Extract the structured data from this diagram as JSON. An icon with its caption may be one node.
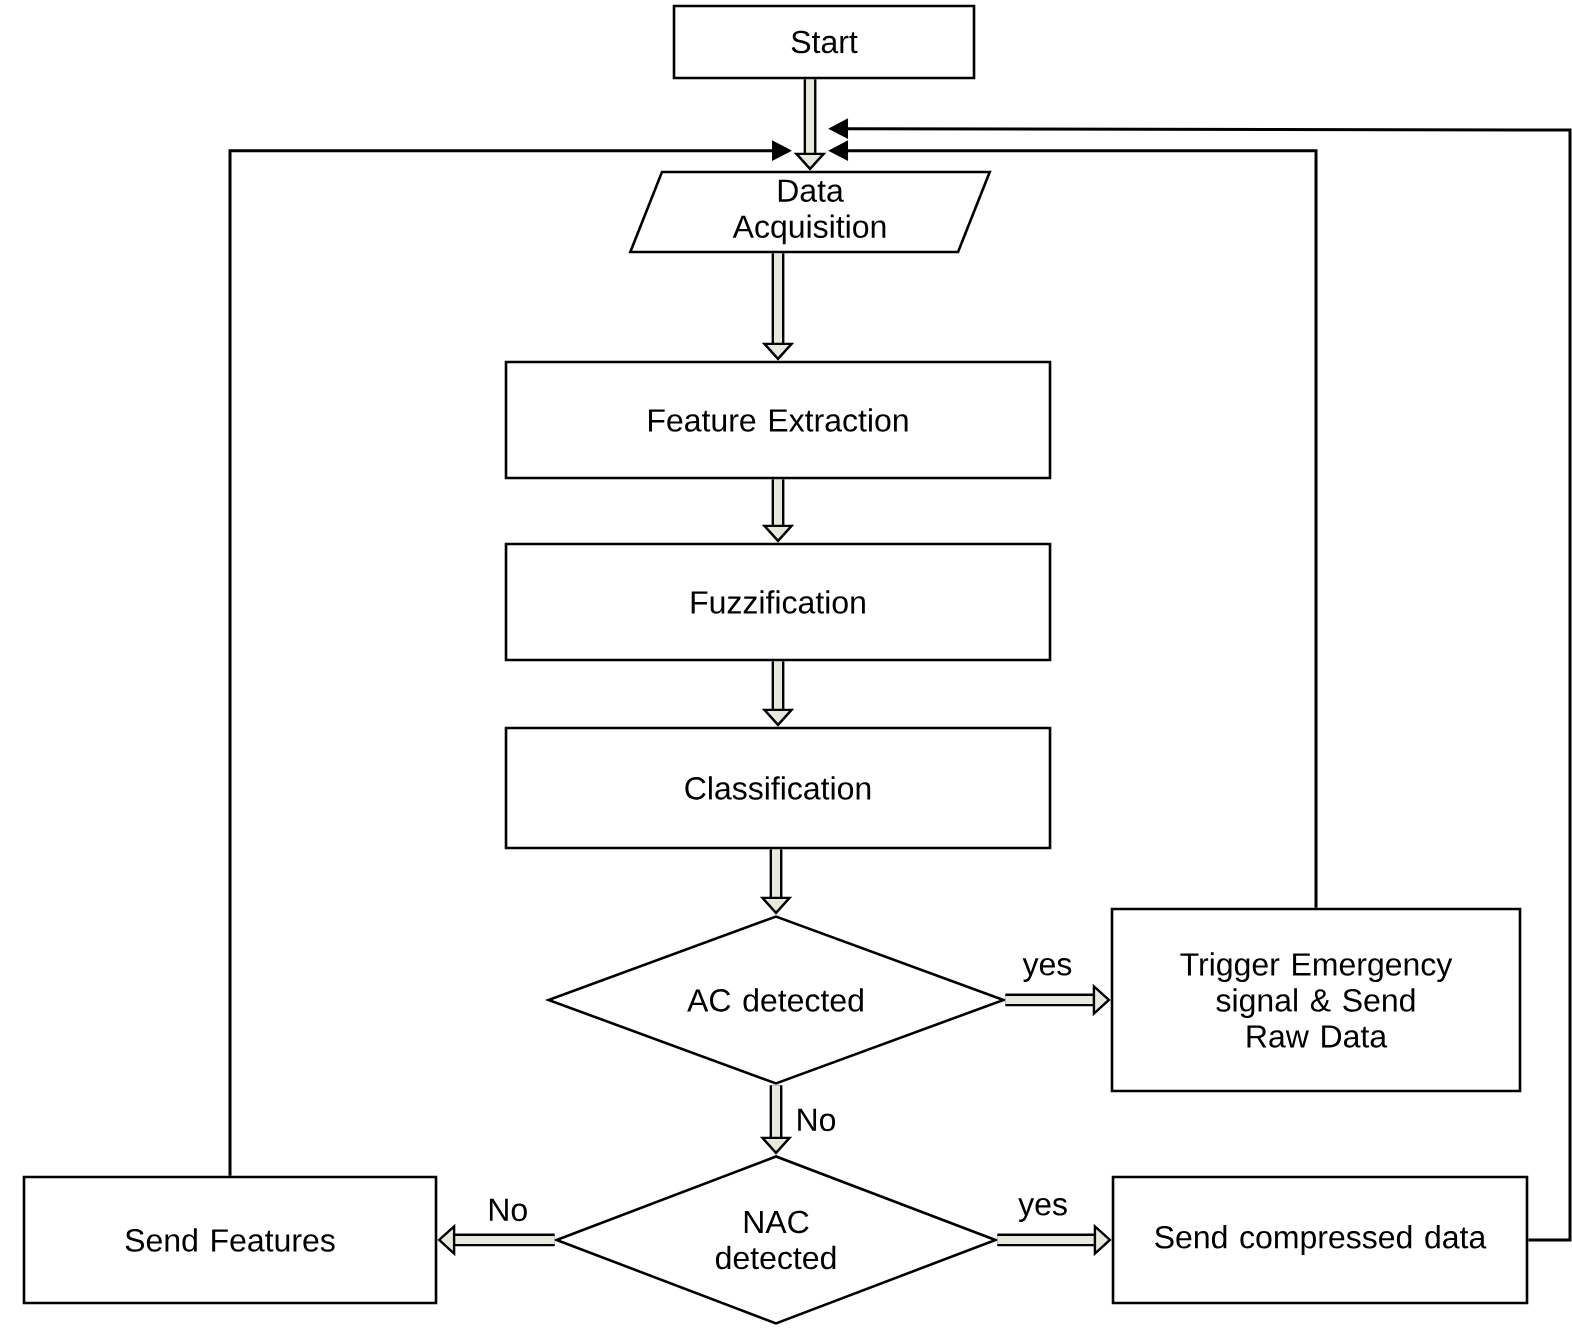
{
  "diagram": {
    "nodes": [
      {
        "text": [
          "Start"
        ]
      },
      {
        "text": [
          "Data Acquisition"
        ]
      },
      {
        "text": [
          "Feature Extraction"
        ]
      },
      {
        "text": [
          "Fuzzification"
        ]
      },
      {
        "text": [
          "Classification"
        ]
      },
      {
        "text": [
          "AC detected"
        ]
      },
      {
        "text": [
          "Trigger Emergency signal & Send Raw Data"
        ]
      },
      {
        "text": [
          "NAC detected"
        ]
      },
      {
        "text": [
          "Send Features"
        ]
      },
      {
        "text": [
          "Send compressed data"
        ]
      }
    ],
    "edges": [
      {
        "from": 0,
        "to": 1,
        "arrow": "to"
      },
      {
        "from": 1,
        "to": 2,
        "arrow": "to"
      },
      {
        "from": 2,
        "to": 3,
        "arrow": "to"
      },
      {
        "from": 3,
        "to": 4,
        "arrow": "to"
      },
      {
        "from": 4,
        "to": 5,
        "arrow": "to"
      },
      {
        "from": 5,
        "to": 6,
        "arrow": "to",
        "label": "yes"
      },
      {
        "from": 5,
        "to": 7,
        "arrow": "to",
        "label": "No"
      },
      {
        "from": 7,
        "to": 8,
        "arrow": "to",
        "label": "No"
      },
      {
        "from": 7,
        "to": 9,
        "arrow": "to",
        "label": "yes"
      },
      {
        "from": 8,
        "to": 1,
        "arrow": "to"
      },
      {
        "from": 6,
        "to": 1,
        "arrow": "to"
      },
      {
        "from": 9,
        "to": 1,
        "arrow": "to"
      }
    ]
  }
}
